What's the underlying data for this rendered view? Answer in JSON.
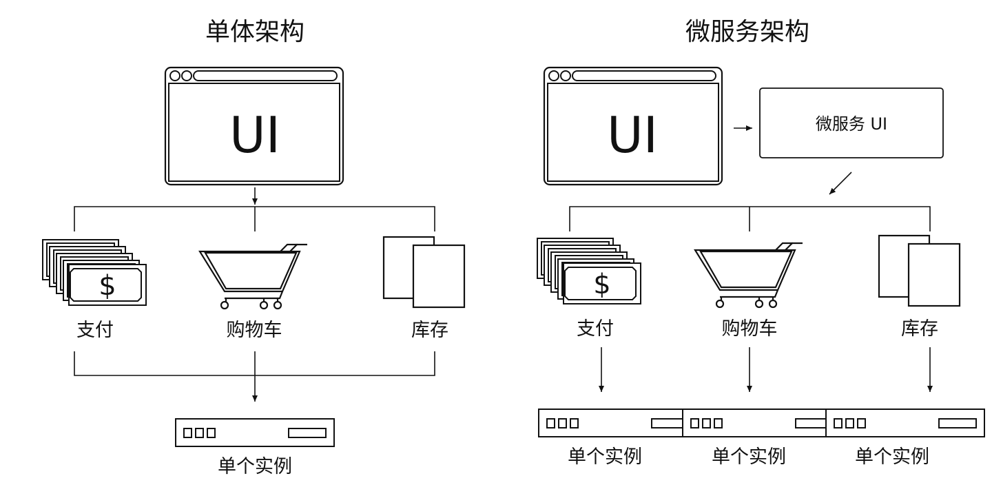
{
  "monolith": {
    "title": "单体架构",
    "ui_label": "UI",
    "modules": [
      {
        "label": "支付",
        "icon": "money-stack-icon"
      },
      {
        "label": "购物车",
        "icon": "shopping-cart-icon"
      },
      {
        "label": "库存",
        "icon": "documents-icon"
      }
    ],
    "instance_label": "单个实例"
  },
  "microservices": {
    "title": "微服务架构",
    "ui_label": "UI",
    "ms_ui_label": "微服务 UI",
    "modules": [
      {
        "label": "支付",
        "icon": "money-stack-icon",
        "instance_label": "单个实例"
      },
      {
        "label": "购物车",
        "icon": "shopping-cart-icon",
        "instance_label": "单个实例"
      },
      {
        "label": "库存",
        "icon": "documents-icon",
        "instance_label": "单个实例"
      }
    ]
  },
  "currency_symbol": "$",
  "colors": {
    "stroke": "#111111",
    "background": "#ffffff"
  }
}
